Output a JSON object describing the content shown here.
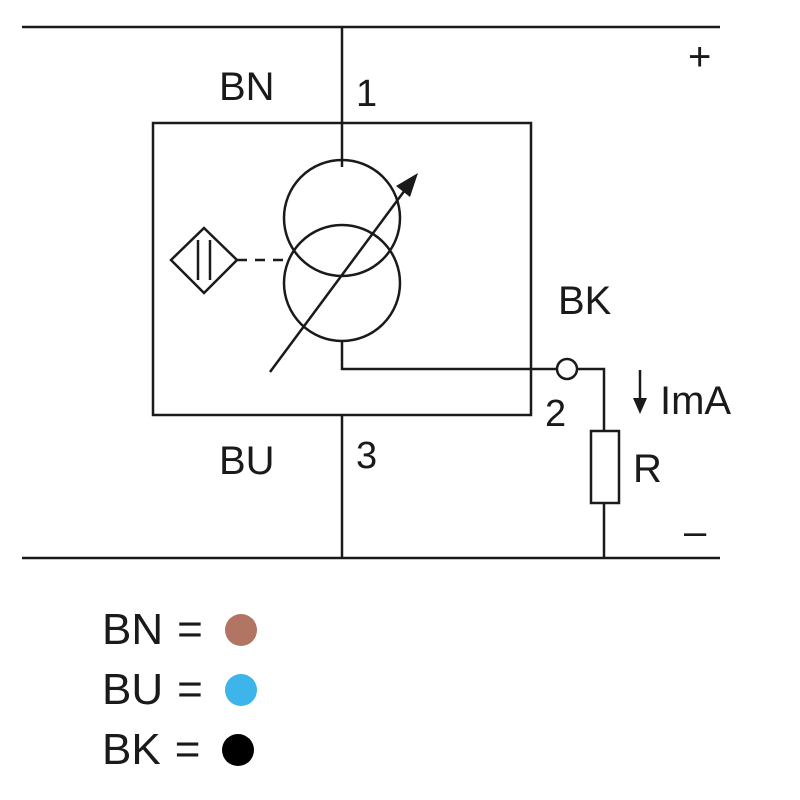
{
  "wires": {
    "BN": {
      "code": "BN",
      "pin": "1",
      "color": "#b27563"
    },
    "BU": {
      "code": "BU",
      "pin": "3",
      "color": "#3db5ea"
    },
    "BK": {
      "code": "BK",
      "pin": "2",
      "color": "#000000"
    }
  },
  "supply": {
    "plus": "+",
    "minus": "–"
  },
  "load": {
    "resistor": "R",
    "current": "ImA"
  },
  "legend": [
    {
      "code": "BN",
      "eq": "=",
      "color": "#b27563"
    },
    {
      "code": "BU",
      "eq": "=",
      "color": "#3db5ea"
    },
    {
      "code": "BK",
      "eq": "=",
      "color": "#000000"
    }
  ]
}
